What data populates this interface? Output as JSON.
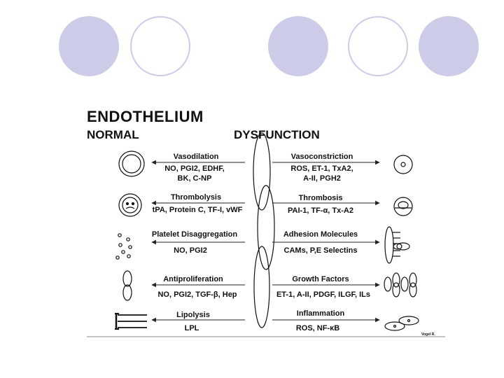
{
  "slide": {
    "colors": {
      "circle_fill": "#cccce8",
      "circle_outline": "#cccce8",
      "ink": "#111111"
    },
    "decor_circles": [
      "filled",
      "outline",
      "filled",
      "outline",
      "filled"
    ]
  },
  "figure": {
    "title": "ENDOTHELIUM",
    "left_heading": "NORMAL",
    "right_heading": "DYSFUNCTION",
    "credit": "Vogel R.",
    "rows": [
      {
        "left_head": "Vasodilation",
        "left_detail": [
          "NO, PGI2, EDHF,",
          "BK, C-NP"
        ],
        "right_head": "Vasoconstriction",
        "right_detail": [
          "ROS, ET-1, TxA2,",
          "A-II, PGH2"
        ],
        "left_icon": "dilated-vessel-icon",
        "right_icon": "constricted-vessel-icon"
      },
      {
        "left_head": "Thrombolysis",
        "left_detail": [
          "tPA, Protein C, TF-I, vWF"
        ],
        "right_head": "Thrombosis",
        "right_detail": [
          "PAI-1, TF-α, Tx-A2"
        ],
        "left_icon": "clot-lysis-vessel-icon",
        "right_icon": "thrombus-vessel-icon"
      },
      {
        "left_head": "Platelet Disaggregation",
        "left_detail": [
          "NO, PGI2"
        ],
        "right_head": "Adhesion Molecules",
        "right_detail": [
          "CAMs, P,E Selectins"
        ],
        "left_icon": "dispersed-platelets-icon",
        "right_icon": "adhesion-molecules-icon"
      },
      {
        "left_head": "Antiproliferation",
        "left_detail": [
          "NO, PGI2, TGF-β, Hep"
        ],
        "right_head": "Growth Factors",
        "right_detail": [
          "ET-1, A-II, PDGF, ILGF, ILs"
        ],
        "left_icon": "single-cell-icon",
        "right_icon": "proliferating-cells-icon"
      },
      {
        "left_head": "Lipolysis",
        "left_detail": [
          "LPL"
        ],
        "right_head": "Inflammation",
        "right_detail": [
          "ROS, NF-κB"
        ],
        "left_icon": "lipid-layers-icon",
        "right_icon": "inflamed-cells-icon"
      }
    ]
  }
}
